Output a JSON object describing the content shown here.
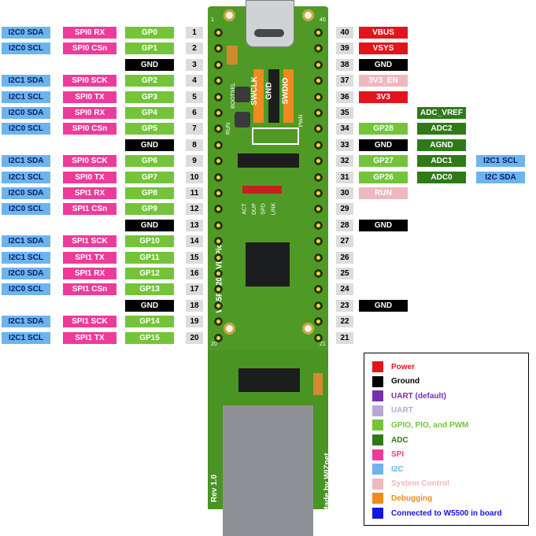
{
  "left_pins": [
    {
      "num": "1",
      "gp": "GP0",
      "spi": "SPI0 RX",
      "i2c": "I2C0 SDA"
    },
    {
      "num": "2",
      "gp": "GP1",
      "spi": "SPI0 CSn",
      "i2c": "I2C0 SCL"
    },
    {
      "num": "3",
      "gnd": "GND"
    },
    {
      "num": "4",
      "gp": "GP2",
      "spi": "SPI0 SCK",
      "i2c": "I2C1 SDA"
    },
    {
      "num": "5",
      "gp": "GP3",
      "spi": "SPI0 TX",
      "i2c": "I2C1 SCL"
    },
    {
      "num": "6",
      "gp": "GP4",
      "spi": "SPI0 RX",
      "i2c": "I2C0 SDA"
    },
    {
      "num": "7",
      "gp": "GP5",
      "spi": "SPI0 CSn",
      "i2c": "I2C0 SCL"
    },
    {
      "num": "8",
      "gnd": "GND"
    },
    {
      "num": "9",
      "gp": "GP6",
      "spi": "SPI0 SCK",
      "i2c": "I2C1 SDA"
    },
    {
      "num": "10",
      "gp": "GP7",
      "spi": "SPI0 TX",
      "i2c": "I2C1 SCL"
    },
    {
      "num": "11",
      "gp": "GP8",
      "spi": "SPI1 RX",
      "i2c": "I2C0 SDA"
    },
    {
      "num": "12",
      "gp": "GP9",
      "spi": "SPI1 CSn",
      "i2c": "I2C0 SCL"
    },
    {
      "num": "13",
      "gnd": "GND"
    },
    {
      "num": "14",
      "gp": "GP10",
      "spi": "SPI1 SCK",
      "i2c": "I2C1 SDA"
    },
    {
      "num": "15",
      "gp": "GP11",
      "spi": "SPI1 TX",
      "i2c": "I2C1 SCL"
    },
    {
      "num": "16",
      "gp": "GP12",
      "spi": "SPI1 RX",
      "i2c": "I2C0 SDA"
    },
    {
      "num": "17",
      "gp": "GP13",
      "spi": "SPI1 CSn",
      "i2c": "I2C0 SCL"
    },
    {
      "num": "18",
      "gnd": "GND"
    },
    {
      "num": "19",
      "gp": "GP14",
      "spi": "SPI1 SCK",
      "i2c": "I2C1 SDA"
    },
    {
      "num": "20",
      "gp": "GP15",
      "spi": "SPI1 TX",
      "i2c": "I2C1 SCL"
    }
  ],
  "right_pins": [
    {
      "num": "40",
      "label": "VBUS",
      "kind": "pwr"
    },
    {
      "num": "39",
      "label": "VSYS",
      "kind": "pwr"
    },
    {
      "num": "38",
      "label": "GND",
      "kind": "gnd"
    },
    {
      "num": "37",
      "label": "3V3_EN",
      "kind": "sys"
    },
    {
      "num": "36",
      "label": "3V3",
      "kind": "pwr"
    },
    {
      "num": "35",
      "label": "ADC_VREF",
      "kind": "adc"
    },
    {
      "num": "34",
      "gp": "GP28",
      "label": "ADC2",
      "kind": "adc"
    },
    {
      "num": "33",
      "label": "GND",
      "label2": "AGND",
      "kind": "gnd"
    },
    {
      "num": "32",
      "gp": "GP27",
      "label": "ADC1",
      "i2c": "I2C1 SCL",
      "kind": "adc"
    },
    {
      "num": "31",
      "gp": "GP26",
      "label": "ADC0",
      "i2c": "I2C SDA",
      "kind": "adc"
    },
    {
      "num": "30",
      "label": "RUN",
      "kind": "sys"
    },
    {
      "num": "29"
    },
    {
      "num": "28",
      "label": "GND",
      "kind": "gnd"
    },
    {
      "num": "27"
    },
    {
      "num": "26"
    },
    {
      "num": "25"
    },
    {
      "num": "24"
    },
    {
      "num": "23",
      "label": "GND",
      "kind": "gnd"
    },
    {
      "num": "22"
    },
    {
      "num": "21"
    }
  ],
  "board": {
    "debug_labels": [
      "SWCLK",
      "GND",
      "SWDIO"
    ],
    "vertical_name": "W55RP20-EVB-Pico",
    "rev": "Rev 1.0",
    "maker": "Made by WIZnet",
    "bootsel": "BOOTSEL",
    "run": "RUN",
    "pwr": "PWR",
    "leds": [
      "ACT",
      "DUP",
      "SPD",
      "LINK"
    ],
    "corner_1": "1",
    "corner_40": "40",
    "corner_20": "20",
    "corner_21": "21"
  },
  "legend": [
    {
      "label": "Power",
      "swatch": "#e3141c",
      "text_color": "#e3141c"
    },
    {
      "label": "Ground",
      "swatch": "#000000",
      "text_color": "#000000"
    },
    {
      "label": "UART  (default)",
      "swatch": "#7a2fb0",
      "text_color": "#7a2fb0"
    },
    {
      "label": "UART",
      "swatch": "#b8a8d8",
      "text_color": "#b8a8d8"
    },
    {
      "label": "GPIO, PIO, and PWM",
      "swatch": "#74c43a",
      "text_color": "#74c43a"
    },
    {
      "label": "ADC",
      "swatch": "#2f7a17",
      "text_color": "#2f7a17"
    },
    {
      "label": "SPI",
      "swatch": "#ee3b9a",
      "text_color": "#ee3b9a"
    },
    {
      "label": "I2C",
      "swatch": "#6cb4ee",
      "text_color": "#6cb4ee"
    },
    {
      "label": "System Control",
      "swatch": "#efb8be",
      "text_color": "#efb8be"
    },
    {
      "label": "Debugging",
      "swatch": "#f08a1e",
      "text_color": "#f08a1e"
    },
    {
      "label": "Connected to W5500 in board",
      "swatch": "#1414e0",
      "text_color": "#1414e0"
    }
  ]
}
